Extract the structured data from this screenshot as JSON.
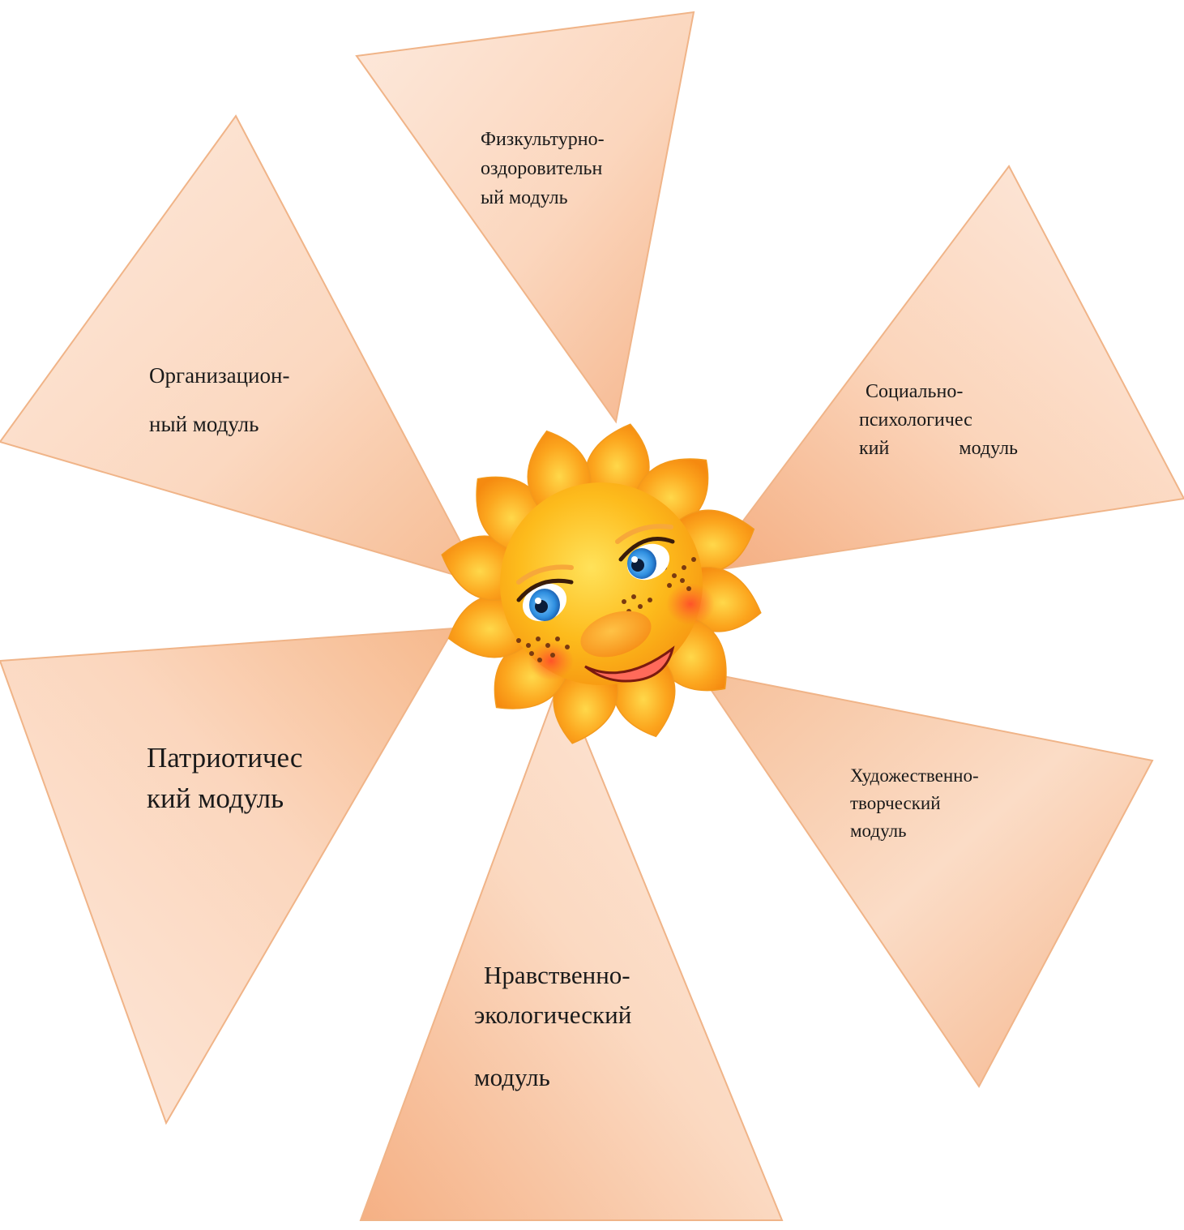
{
  "modules": [
    {
      "id": "fiz",
      "lines": [
        "Физкультурно-",
        "оздоровительн",
        "ый модуль"
      ]
    },
    {
      "id": "org",
      "lines": [
        "Организацион-",
        "ный модуль"
      ]
    },
    {
      "id": "soc",
      "lines": [
        "Социально-",
        "психологичес",
        "кий",
        "модуль"
      ]
    },
    {
      "id": "pat",
      "lines": [
        "Патриотичес",
        "кий модуль"
      ]
    },
    {
      "id": "hud",
      "lines": [
        "Художественно-",
        "творческий",
        "модуль"
      ]
    },
    {
      "id": "nrav",
      "lines": [
        "Нравственно-",
        "экологический",
        "модуль"
      ]
    }
  ],
  "colors": {
    "petal_light": "#fde9dc",
    "petal_dark": "#f6b98d",
    "petal_edge": "#f0b488",
    "sun_ray": "#fba21b",
    "sun_face": "#fdb515"
  },
  "icons": [
    "sun-face-icon"
  ]
}
